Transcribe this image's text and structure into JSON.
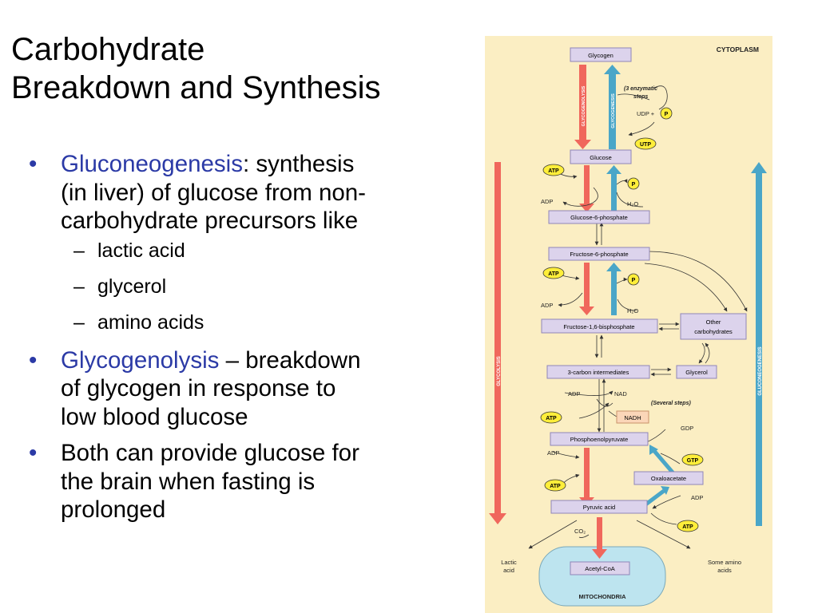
{
  "slide": {
    "title_line1": "Carbohydrate",
    "title_line2": "Breakdown and Synthesis",
    "bullets": [
      {
        "term": "Gluconeogenesis",
        "text1": ": synthesis",
        "text2": "(in liver) of glucose from non-",
        "text3": "carbohydrate precursors like"
      },
      {
        "term": "Glycogenolysis",
        "text1": " – breakdown",
        "text2": "of glycogen in response to",
        "text3": "low blood glucose"
      },
      {
        "text1": "Both can provide glucose for",
        "text2": "the brain when fasting is",
        "text3": "prolonged"
      }
    ],
    "sub_bullets": [
      "lactic acid",
      "glycerol",
      "amino acids"
    ]
  },
  "figure": {
    "cytoplasm": "CYTOPLASM",
    "mitochondria": "MITOCHONDRIA",
    "boxes": {
      "glycogen": "Glycogen",
      "glucose": "Glucose",
      "g6p": "Glucose-6-phosphate",
      "f6p": "Fructose-6-phosphate",
      "f16bp": "Fructose-1,6-bisphosphate",
      "three_carbon": "3-carbon intermediates",
      "pep": "Phosphoenolpyruvate",
      "oxaloacetate": "Oxaloacetate",
      "pyruvic": "Pyruvic acid",
      "acetylcoa": "Acetyl-CoA",
      "glycerol": "Glycerol",
      "nadh": "NADH",
      "other_carb1": "Other",
      "other_carb2": "carbohydrates"
    },
    "labels": {
      "enzymatic1": "(3 enzymatic",
      "enzymatic2": "steps",
      "udp": "UDP +",
      "p": "P",
      "utp": "UTP",
      "atp": "ATP",
      "adp": "ADP",
      "h2o": "H₂O",
      "nad": "NAD",
      "several": "(Several steps)",
      "gdp": "GDP",
      "gtp": "GTP",
      "co2": "CO₂",
      "lactic1": "Lactic",
      "lactic2": "acid",
      "amino1": "Some amino",
      "amino2": "acids"
    },
    "vertical": {
      "glycogenolysis": "GLYCOGENOLYSIS",
      "glycogenesis": "GLYCOGENESIS",
      "glycolysis": "GLYCOLYSIS",
      "gluconeogenesis": "GLUCONEOGENESIS"
    },
    "colors": {
      "background": "#fbeec3",
      "box": "#dcd3ec",
      "box_border": "#8f86b8",
      "red_arrow": "#f0675c",
      "blue_arrow": "#4aa6c8",
      "ellipse": "#ffee3a",
      "mito": "#bde4ef",
      "nadh_box": "#fbd6b8"
    }
  }
}
